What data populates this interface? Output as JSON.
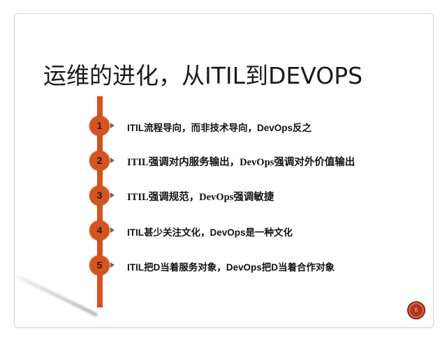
{
  "slide": {
    "title": "运维的进化，从ITIL到DEVOPS",
    "page_number": "8",
    "accent_color": "#d4531e",
    "items": [
      {
        "number": "1",
        "text": "ITIL流程导向，而非技术导向，DevOps反之"
      },
      {
        "number": "2",
        "text": "ITIL强调对内服务输出，DevOps强调对外价值输出"
      },
      {
        "number": "3",
        "text": "ITIL强调规范，DevOps强调敏捷"
      },
      {
        "number": "4",
        "text": "ITIL甚少关注文化，DevOps是一种文化"
      },
      {
        "number": "5",
        "text": "ITIL把D当着服务对象，DevOps把D当着合作对象"
      }
    ]
  }
}
